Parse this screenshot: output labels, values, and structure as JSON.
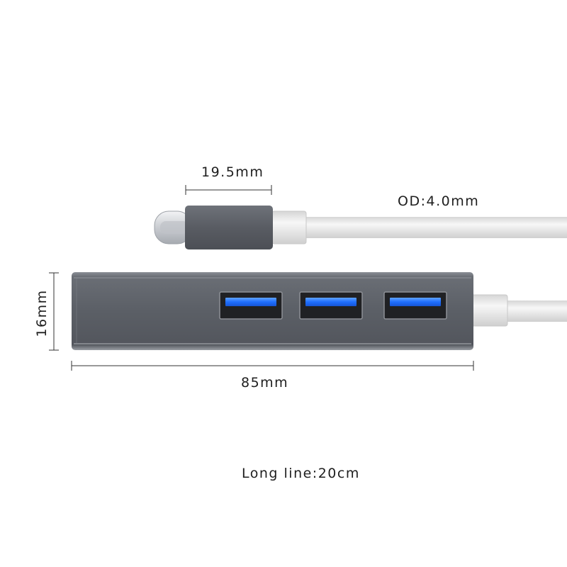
{
  "dimensions": {
    "connector_width": "19.5mm",
    "cable_outer_diameter": "OD:4.0mm",
    "hub_height": "16mm",
    "hub_length": "85mm",
    "cable_length": "Long line:20cm"
  },
  "product": {
    "usb_port_count": 3,
    "colors": {
      "housing": "#5b5f66",
      "housing_edge": "#7c8088",
      "port_blue": "#1f6fff",
      "cable": "#e6e6e6",
      "connector_metal": "#cfd2d6"
    },
    "icons": [
      "usb-c-plug-icon",
      "usb-a-port-icon"
    ]
  }
}
